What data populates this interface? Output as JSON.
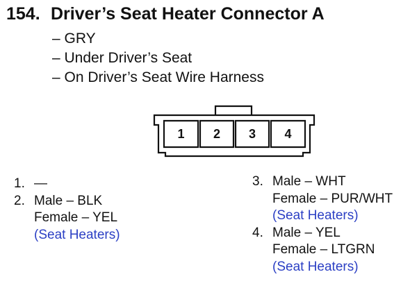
{
  "heading": {
    "number": "154.",
    "title": "Driver’s Seat Heater Connector A"
  },
  "details": [
    "– GRY",
    "– Under Driver’s Seat",
    "– On Driver’s Seat Wire Harness"
  ],
  "connector": {
    "pins": [
      "1",
      "2",
      "3",
      "4"
    ]
  },
  "pins": [
    {
      "number": "1.",
      "lines": [
        "—"
      ],
      "note": ""
    },
    {
      "number": "2.",
      "lines": [
        "Male – BLK",
        "Female – YEL"
      ],
      "note": "(Seat Heaters)"
    },
    {
      "number": "3.",
      "lines": [
        "Male – WHT",
        "Female – PUR/WHT"
      ],
      "note": "(Seat Heaters)"
    },
    {
      "number": "4.",
      "lines": [
        "Male – YEL",
        "Female – LTGRN"
      ],
      "note": "(Seat Heaters)"
    }
  ],
  "colors": {
    "text": "#111111",
    "note": "#2b3fc4",
    "background": "#ffffff"
  }
}
